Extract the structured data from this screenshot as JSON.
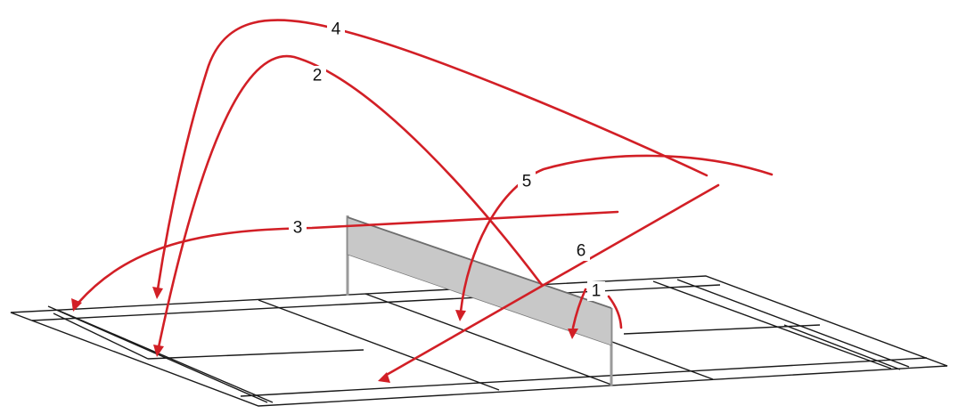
{
  "diagram": {
    "line_color": "#d21f26",
    "court_line_color": "#1a1a1a",
    "net_color": "#9a9a9a",
    "shots": [
      {
        "id": "shot-1",
        "label": "1"
      },
      {
        "id": "shot-2",
        "label": "2"
      },
      {
        "id": "shot-3",
        "label": "3"
      },
      {
        "id": "shot-4",
        "label": "4"
      },
      {
        "id": "shot-5",
        "label": "5"
      },
      {
        "id": "shot-6",
        "label": "6"
      }
    ]
  }
}
